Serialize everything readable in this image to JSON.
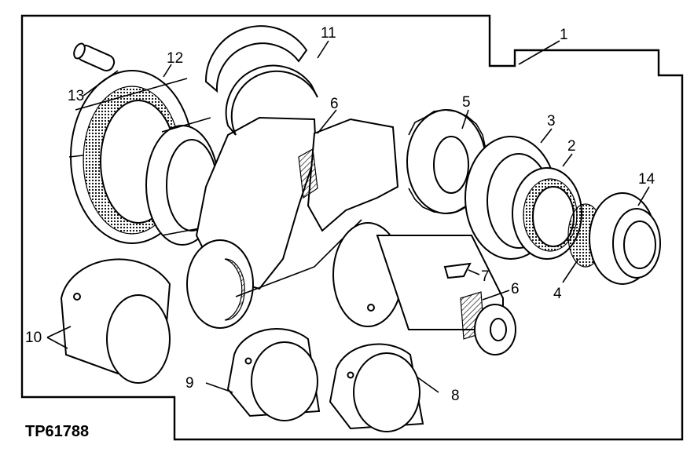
{
  "figure_id": "TP61788",
  "callouts": [
    {
      "label": "1"
    },
    {
      "label": "2"
    },
    {
      "label": "3"
    },
    {
      "label": "4"
    },
    {
      "label": "5"
    },
    {
      "label": "6"
    },
    {
      "label": "6"
    },
    {
      "label": "7"
    },
    {
      "label": "8"
    },
    {
      "label": "9"
    },
    {
      "label": "10"
    },
    {
      "label": "11"
    },
    {
      "label": "12"
    },
    {
      "label": "13"
    },
    {
      "label": "14"
    }
  ],
  "colors": {
    "ink": "#000000",
    "paper": "#ffffff"
  }
}
